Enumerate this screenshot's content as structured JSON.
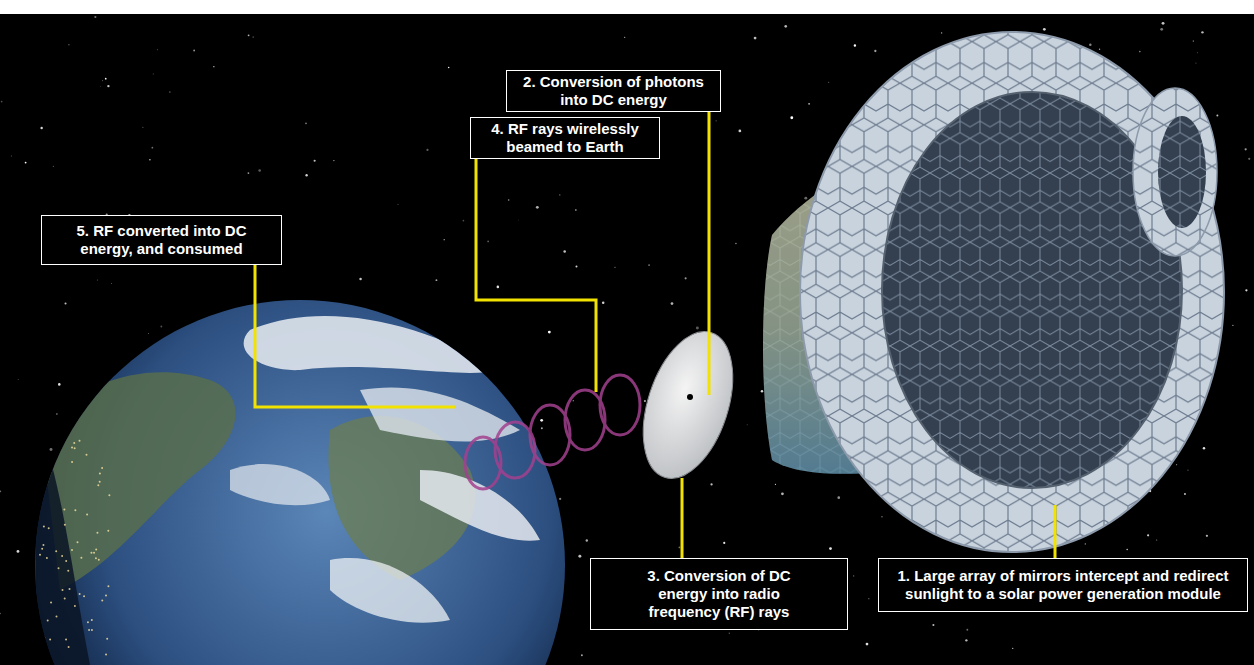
{
  "diagram": {
    "nodes": [
      {
        "text": [
          "1. Large array of mirrors intercept and redirect sunlight to a solar power generation module"
        ]
      },
      {
        "text": [
          "2. Conversion of photons into DC energy"
        ]
      },
      {
        "text": [
          "3. Conversion of DC energy into radio frequency (RF) rays"
        ]
      },
      {
        "text": [
          "4. RF rays wirelessly beamed to Earth"
        ]
      },
      {
        "text": [
          "5. RF converted into DC energy, and consumed"
        ]
      }
    ]
  }
}
